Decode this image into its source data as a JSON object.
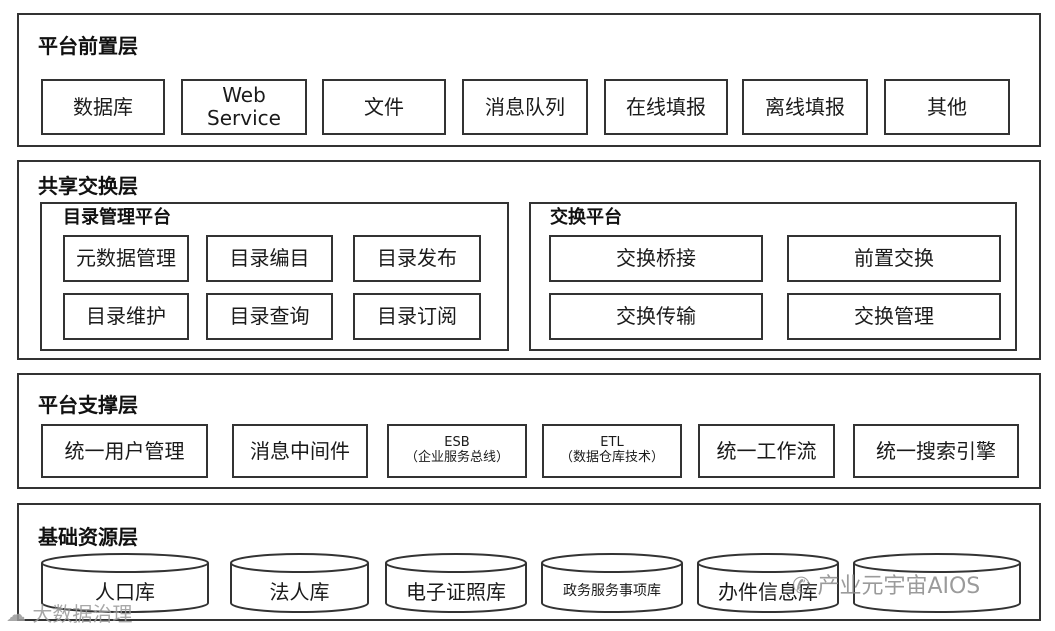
{
  "layers": {
    "front": {
      "title": "平台前置层",
      "items": [
        "数据库",
        "Web Service",
        "文件",
        "消息队列",
        "在线填报",
        "离线填报",
        "其他"
      ]
    },
    "exchange": {
      "title": "共享交换层",
      "catalog": {
        "title": "目录管理平台",
        "items": [
          "元数据管理",
          "目录编目",
          "目录发布",
          "目录维护",
          "目录查询",
          "目录订阅"
        ]
      },
      "platform": {
        "title": "交换平台",
        "items": [
          "交换桥接",
          "前置交换",
          "交换传输",
          "交换管理"
        ]
      }
    },
    "support": {
      "title": "平台支撑层",
      "items": [
        {
          "main": "统一用户管理",
          "sub": ""
        },
        {
          "main": "消息中间件",
          "sub": ""
        },
        {
          "main": "ESB",
          "sub": "（企业服务总线）"
        },
        {
          "main": "ETL",
          "sub": "（数据仓库技术）"
        },
        {
          "main": "统一工作流",
          "sub": ""
        },
        {
          "main": "统一搜索引擎",
          "sub": ""
        }
      ]
    },
    "resource": {
      "title": "基础资源层",
      "items": [
        "人口库",
        "法人库",
        "电子证照库",
        "政务服务事项库",
        "办件信息库",
        ""
      ]
    }
  },
  "watermarks": {
    "left": "大数据治理",
    "right": "产业元宇宙AIOS"
  }
}
